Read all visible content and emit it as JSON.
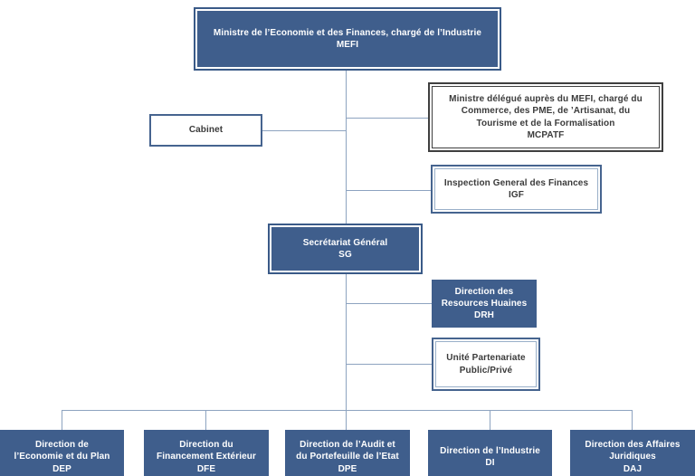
{
  "colors": {
    "node_fill": "#3f5e8c",
    "node_border": "#3a5a88",
    "light_border": "#46648f",
    "delegate_border": "#3f3f3f",
    "connector": "#8da3c0",
    "text_on_dark": "#ffffff",
    "text_on_light": "#3b3b3b"
  },
  "org_chart": {
    "root": {
      "label": "Ministre de l’Economie et des Finances, chargé de l’Industrie",
      "acronym": "MEFI"
    },
    "cabinet": {
      "label": "Cabinet"
    },
    "delegate": {
      "label": "Ministre délégué auprès du MEFI, chargé du\nCommerce, des PME, de ’Artisanat, du\nTourisme et de la Formalisation",
      "acronym": "MCPATF"
    },
    "igf": {
      "label": "Inspection General des Finances",
      "acronym": "IGF"
    },
    "sg": {
      "label": "Secrétariat Général",
      "acronym": "SG"
    },
    "drh": {
      "label": "Direction des\nResources Huaines",
      "acronym": "DRH"
    },
    "upp": {
      "label": "Unité Partenariate\nPublic/Privé"
    },
    "bottom_row": [
      {
        "label": "Direction de\nl’Economie et du Plan",
        "acronym": "DEP"
      },
      {
        "label": "Direction du\nFinancement Extérieur",
        "acronym": "DFE"
      },
      {
        "label": "Direction de l’Audit et\ndu Portefeuille de l’Etat",
        "acronym": "DPE"
      },
      {
        "label": "Direction de l’Industrie",
        "acronym": "DI"
      },
      {
        "label": "Direction des Affaires\nJuridiques",
        "acronym": "DAJ"
      }
    ]
  }
}
